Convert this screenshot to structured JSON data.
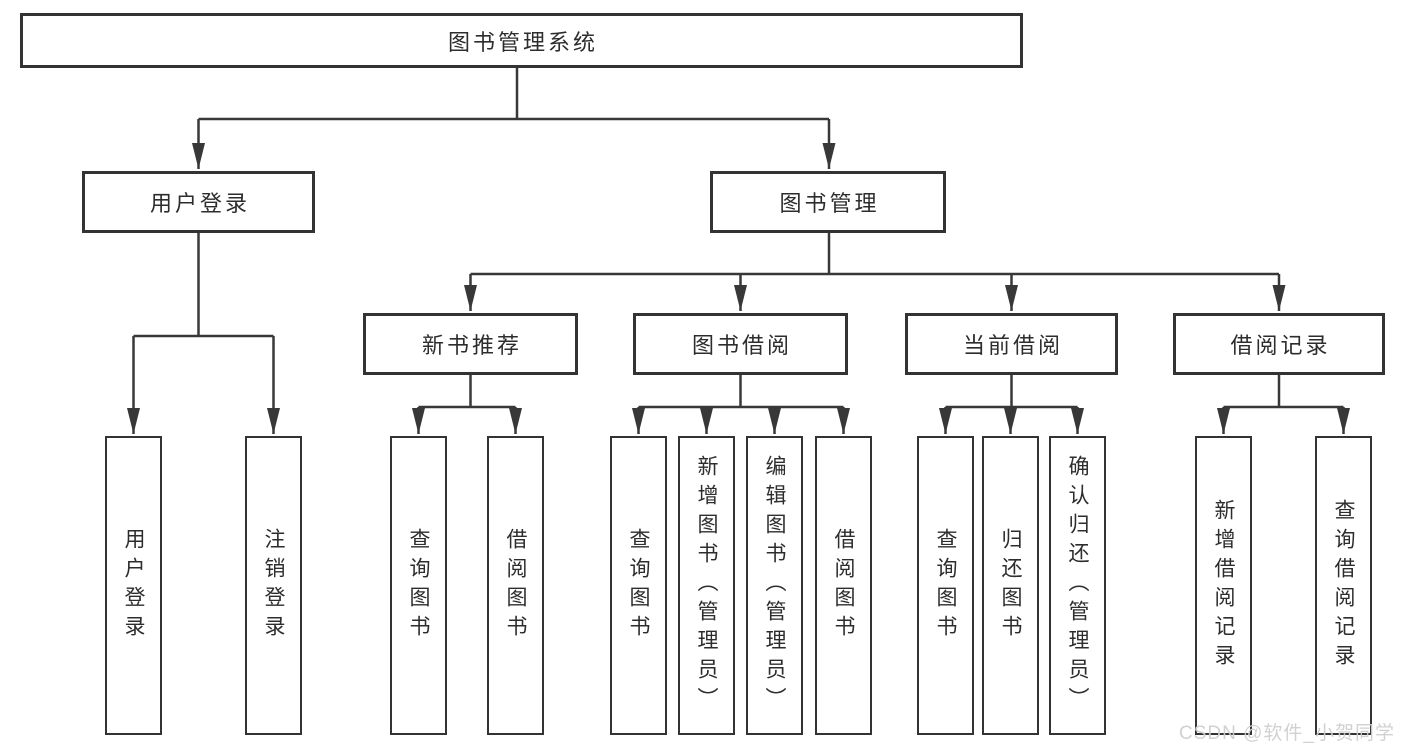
{
  "diagram_type": "hierarchy-tree",
  "tree": {
    "label": "图书管理系统",
    "children": [
      {
        "label": "用户登录",
        "children": [
          {
            "label": "用户登录"
          },
          {
            "label": "注销登录"
          }
        ]
      },
      {
        "label": "图书管理",
        "children": [
          {
            "label": "新书推荐",
            "children": [
              {
                "label": "查询图书"
              },
              {
                "label": "借阅图书"
              }
            ]
          },
          {
            "label": "图书借阅",
            "children": [
              {
                "label": "查询图书"
              },
              {
                "label": "新增图书（管理员）"
              },
              {
                "label": "编辑图书（管理员）"
              },
              {
                "label": "借阅图书"
              }
            ]
          },
          {
            "label": "当前借阅",
            "children": [
              {
                "label": "查询图书"
              },
              {
                "label": "归还图书"
              },
              {
                "label": "确认归还（管理员）"
              }
            ]
          },
          {
            "label": "借阅记录",
            "children": [
              {
                "label": "新增借阅记录"
              },
              {
                "label": "查询借阅记录"
              }
            ]
          }
        ]
      }
    ]
  },
  "watermark": {
    "text": "CSDN @软件_小贺同学"
  },
  "colors": {
    "line": "#383838",
    "box_border": "#333333",
    "text": "#2d2d2d",
    "background": "#ffffff",
    "watermark": "#cfcfcf"
  }
}
